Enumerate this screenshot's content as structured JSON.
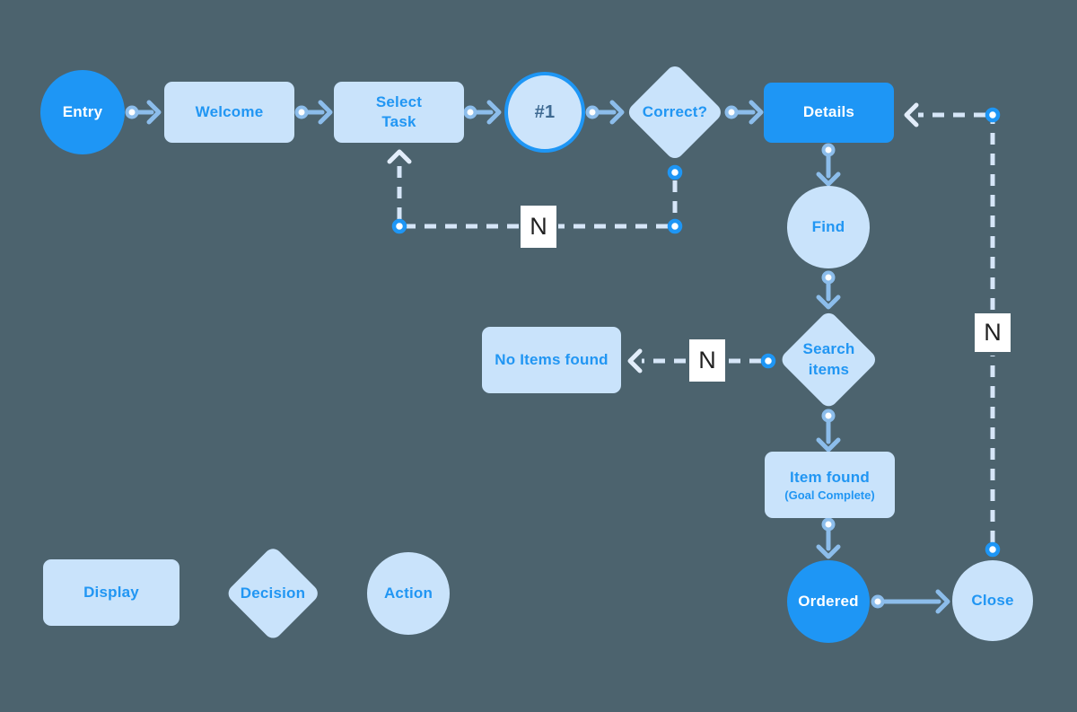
{
  "canvas": {
    "background": "#4c636e"
  },
  "colors": {
    "bright_blue": "#1e96f5",
    "light_blue_fill": "#c9e3fb",
    "node_text_blue": "#2196f3",
    "step_text_blue": "#3f6a92",
    "solid_line": "#8cbdeb",
    "dashed_line": "#d6e6f8",
    "n_label_text": "#212121",
    "n_label_bg": "#ffffff"
  },
  "nodes": {
    "entry": {
      "label": "Entry"
    },
    "welcome": {
      "label": "Welcome"
    },
    "select_task": {
      "label": "Select Task"
    },
    "step_1": {
      "label": "#1"
    },
    "correct": {
      "label": "Correct?"
    },
    "details": {
      "label": "Details"
    },
    "find": {
      "label": "Find"
    },
    "search_items": {
      "label": "Search items"
    },
    "item_found": {
      "label": "Item found",
      "sublabel": "(Goal Complete)"
    },
    "no_items_found": {
      "label": "No Items found"
    },
    "ordered": {
      "label": "Ordered"
    },
    "close": {
      "label": "Close"
    }
  },
  "edge_labels": {
    "correct_no": "N",
    "search_no": "N",
    "close_no": "N"
  },
  "legend": {
    "display": {
      "label": "Display"
    },
    "decision": {
      "label": "Decision"
    },
    "action": {
      "label": "Action"
    }
  }
}
